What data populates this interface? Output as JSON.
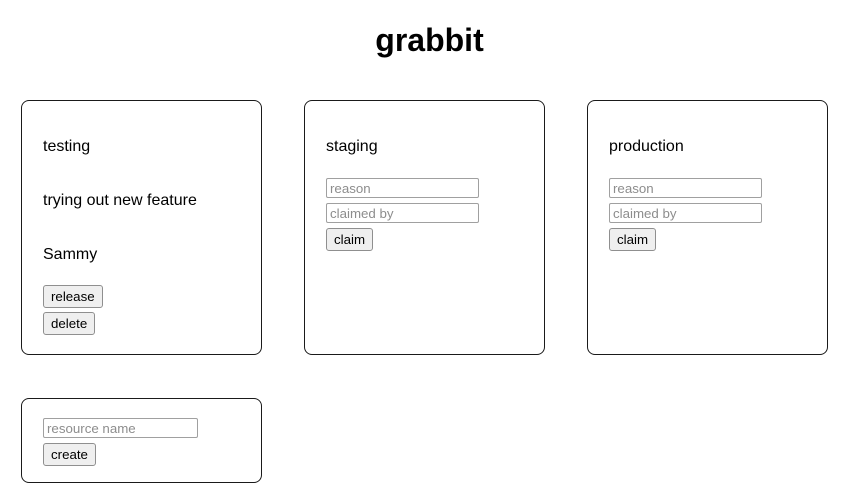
{
  "app": {
    "title": "grabbit"
  },
  "resources": [
    {
      "name": "testing",
      "claimed": true,
      "reason": "trying out new feature",
      "claimed_by": "Sammy",
      "release_label": "release",
      "delete_label": "delete"
    },
    {
      "name": "staging",
      "claimed": false,
      "reason_placeholder": "reason",
      "claimed_by_placeholder": "claimed by",
      "reason_value": "",
      "claimed_by_value": "",
      "claim_label": "claim"
    },
    {
      "name": "production",
      "claimed": false,
      "reason_placeholder": "reason",
      "claimed_by_placeholder": "claimed by",
      "reason_value": "",
      "claimed_by_value": "",
      "claim_label": "claim"
    }
  ],
  "create_form": {
    "resource_name_placeholder": "resource name",
    "resource_name_value": "",
    "create_label": "create"
  },
  "colors": {
    "page_background": "#ffffff",
    "card_border": "#1a1a1a",
    "text": "#000000",
    "placeholder": "#8d8d8d",
    "input_border": "#a0a0a0",
    "button_background": "#efefef",
    "button_border": "#8f8f8f"
  }
}
